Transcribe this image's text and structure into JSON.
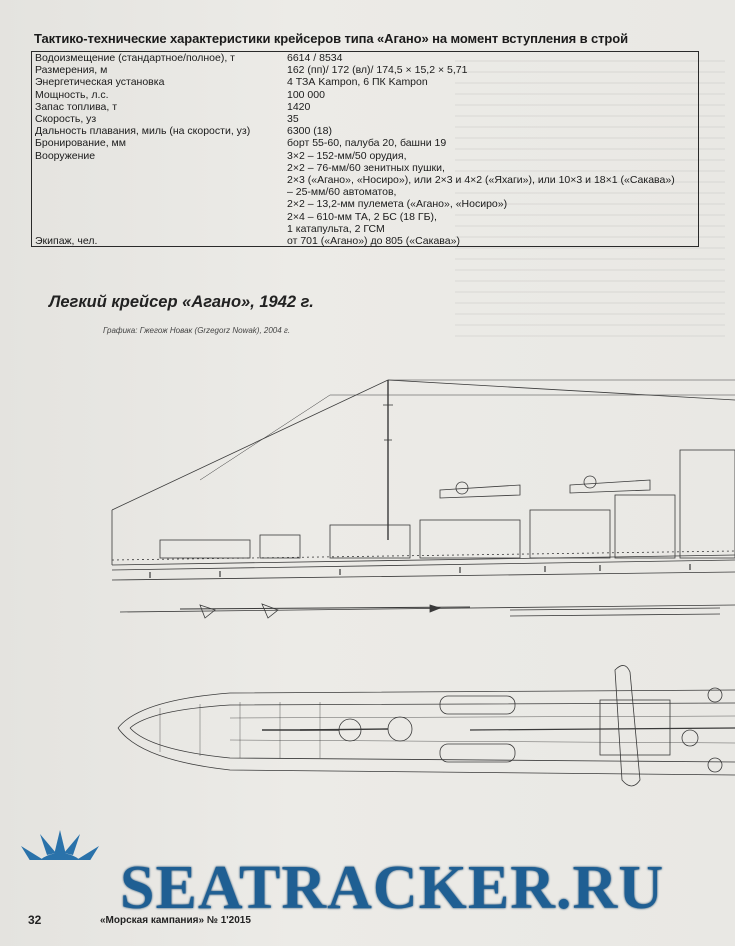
{
  "table": {
    "title": "Тактико-технические характеристики крейсеров типа «Агано» на момент вступления в строй",
    "rows": [
      {
        "label": "Водоизмещение (стандартное/полное), т",
        "value": "6614 / 8534"
      },
      {
        "label": "Размерения, м",
        "value": "162 (пп)/ 172 (вл)/ 174,5 × 15,2 × 5,71"
      },
      {
        "label": "Энергетическая установка",
        "value": "4 ТЗА Kampon, 6 ПК Kampon"
      },
      {
        "label": "Мощность, л.с.",
        "value": "100 000"
      },
      {
        "label": "Запас топлива, т",
        "value": "1420"
      },
      {
        "label": "Скорость, уз",
        "value": "35"
      },
      {
        "label": "Дальность плавания, миль (на скорости, уз)",
        "value": "6300 (18)"
      },
      {
        "label": "Бронирование, мм",
        "value": "борт 55-60, палуба 20, башни 19"
      }
    ],
    "armament": {
      "label": "Вооружение",
      "lines": [
        "3×2 – 152-мм/50 орудия,",
        "2×2 – 76-мм/60 зенитных пушки,",
        "2×3 («Агано», «Носиро»), или 2×3 и 4×2 («Яхаги»), или 10×3 и 18×1 («Сакава»)",
        "– 25-мм/60 автоматов,",
        "2×2 – 13,2-мм пулемета («Агано», «Носиро»)",
        "2×4 – 610-мм ТА, 2 БС (18 ГБ),",
        "1 катапульта, 2 ГСМ"
      ]
    },
    "crew": {
      "label": "Экипаж, чел.",
      "value": "от 701 («Агано») до 805 («Сакава»)"
    }
  },
  "section_title": "Легкий крейсер «Агано», 1942 г.",
  "credit": "Графика: Гжегож Новак (Grzegorz Nowak), 2004 г.",
  "watermark": {
    "text": "SEATRACKER.RU",
    "color": "#1f5f93"
  },
  "footer": {
    "page_number": "32",
    "magazine": "«Морская кампания» № 1'2015"
  }
}
